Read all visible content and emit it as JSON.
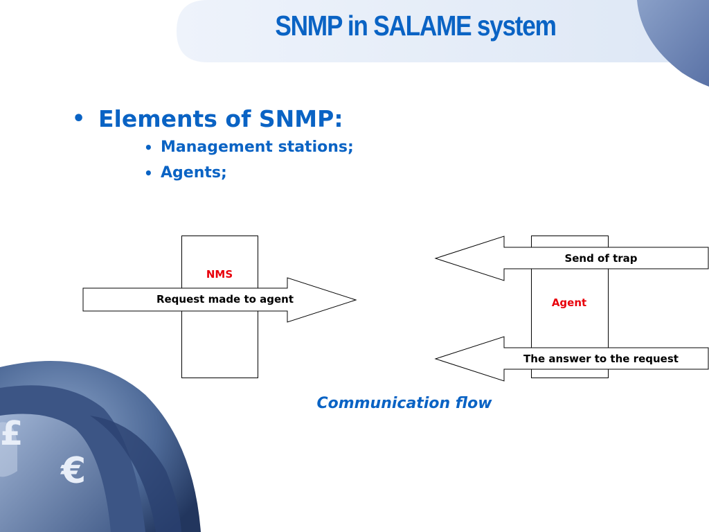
{
  "slide": {
    "title": "SNMP in SALAME system",
    "bullet_level1": "Elements of SNMP:",
    "bullets_level2": [
      "Management stations;",
      "Agents;"
    ],
    "bullet_char": "•",
    "caption": "Communication flow"
  },
  "diagram": {
    "nms_label": "NMS",
    "agent_label": "Agent",
    "request_arrow_label": "Request made to agent",
    "trap_arrow_label": "Send of trap",
    "answer_arrow_label": "The answer to the request"
  },
  "colors": {
    "title": "#0a63c4",
    "node_label": "#e8000b",
    "header_band": "#e3ebf7",
    "corner_blue": "#6e88b8"
  },
  "icons": {
    "keyboard_key_symbol": "€"
  }
}
